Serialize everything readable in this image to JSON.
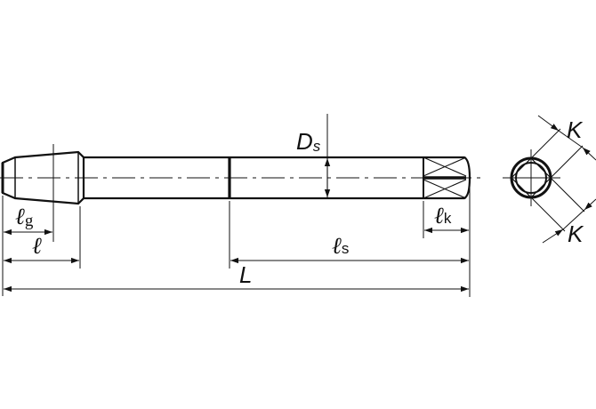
{
  "labels": {
    "Ds": {
      "main": "D",
      "sub": "s"
    },
    "lg": {
      "main": "ℓ",
      "sub": "g"
    },
    "l": {
      "main": "ℓ"
    },
    "ls": {
      "main": "ℓ",
      "sub": "s"
    },
    "lk": {
      "main": "ℓ",
      "sub": "k"
    },
    "L": {
      "main": "L"
    },
    "K_top": {
      "main": "K"
    },
    "K_bottom": {
      "main": "K"
    }
  },
  "colors": {
    "line": "#111111",
    "background": "#ffffff"
  }
}
